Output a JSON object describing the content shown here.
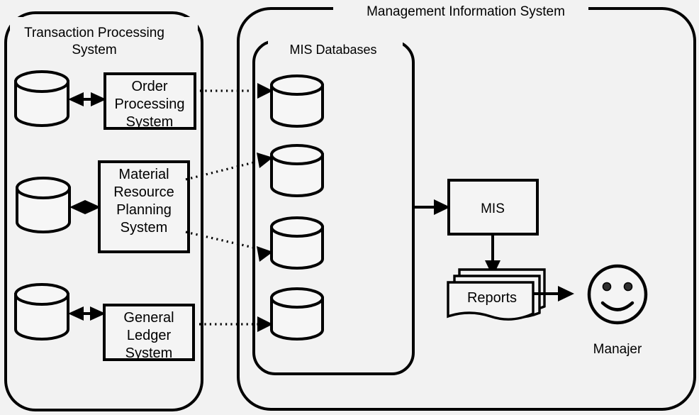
{
  "diagram": {
    "title": "Management Information System diagram",
    "background_color": "#f2f2f2",
    "line_color": "#000000",
    "containers": [
      {
        "id": "tps",
        "label": "Transaction Processing\nSystem",
        "line1": "Transaction Processing",
        "line2": "System"
      },
      {
        "id": "mis",
        "label": "Management Information System"
      },
      {
        "id": "mis_db",
        "label": "MIS Databases"
      }
    ],
    "tps": {
      "title_line1": "Transaction Processing",
      "title_line2": "System",
      "processes": [
        {
          "id": "ops",
          "lines": [
            "Order",
            "Processing",
            "System"
          ]
        },
        {
          "id": "mrp",
          "lines": [
            "Material",
            "Resource",
            "Planning",
            "System"
          ]
        },
        {
          "id": "gls",
          "lines": [
            "General",
            "Ledger",
            "System"
          ]
        }
      ],
      "databases": [
        {
          "id": "tps-db-1",
          "label": ""
        },
        {
          "id": "tps-db-2",
          "label": ""
        },
        {
          "id": "tps-db-3",
          "label": ""
        }
      ]
    },
    "mis": {
      "title": "Management Information System",
      "databases_group_title": "MIS Databases",
      "databases": [
        {
          "id": "mis-db-1",
          "label": ""
        },
        {
          "id": "mis-db-2",
          "label": ""
        },
        {
          "id": "mis-db-3",
          "label": ""
        },
        {
          "id": "mis-db-4",
          "label": ""
        }
      ],
      "processor": {
        "id": "mis-box",
        "label": "MIS"
      },
      "output": {
        "id": "reports",
        "label": "Reports"
      },
      "actor": {
        "id": "manajer",
        "label": "Manajer",
        "icon": "smiley-face-icon"
      }
    },
    "connections": [
      {
        "from": "tps-db-1",
        "to": "ops",
        "style": "solid",
        "arrow": "both"
      },
      {
        "from": "tps-db-2",
        "to": "mrp",
        "style": "solid",
        "arrow": "both"
      },
      {
        "from": "tps-db-3",
        "to": "gls",
        "style": "solid",
        "arrow": "both"
      },
      {
        "from": "ops",
        "to": "mis-db-1",
        "style": "dotted",
        "arrow": "end"
      },
      {
        "from": "mrp",
        "to": "mis-db-2",
        "style": "dotted",
        "arrow": "end"
      },
      {
        "from": "mrp",
        "to": "mis-db-3",
        "style": "dotted",
        "arrow": "end"
      },
      {
        "from": "gls",
        "to": "mis-db-4",
        "style": "dotted",
        "arrow": "end"
      },
      {
        "from": "mis_db",
        "to": "mis-box",
        "style": "solid",
        "arrow": "end"
      },
      {
        "from": "mis-box",
        "to": "reports",
        "style": "solid",
        "arrow": "end"
      },
      {
        "from": "reports",
        "to": "manajer",
        "style": "solid",
        "arrow": "end"
      }
    ]
  }
}
